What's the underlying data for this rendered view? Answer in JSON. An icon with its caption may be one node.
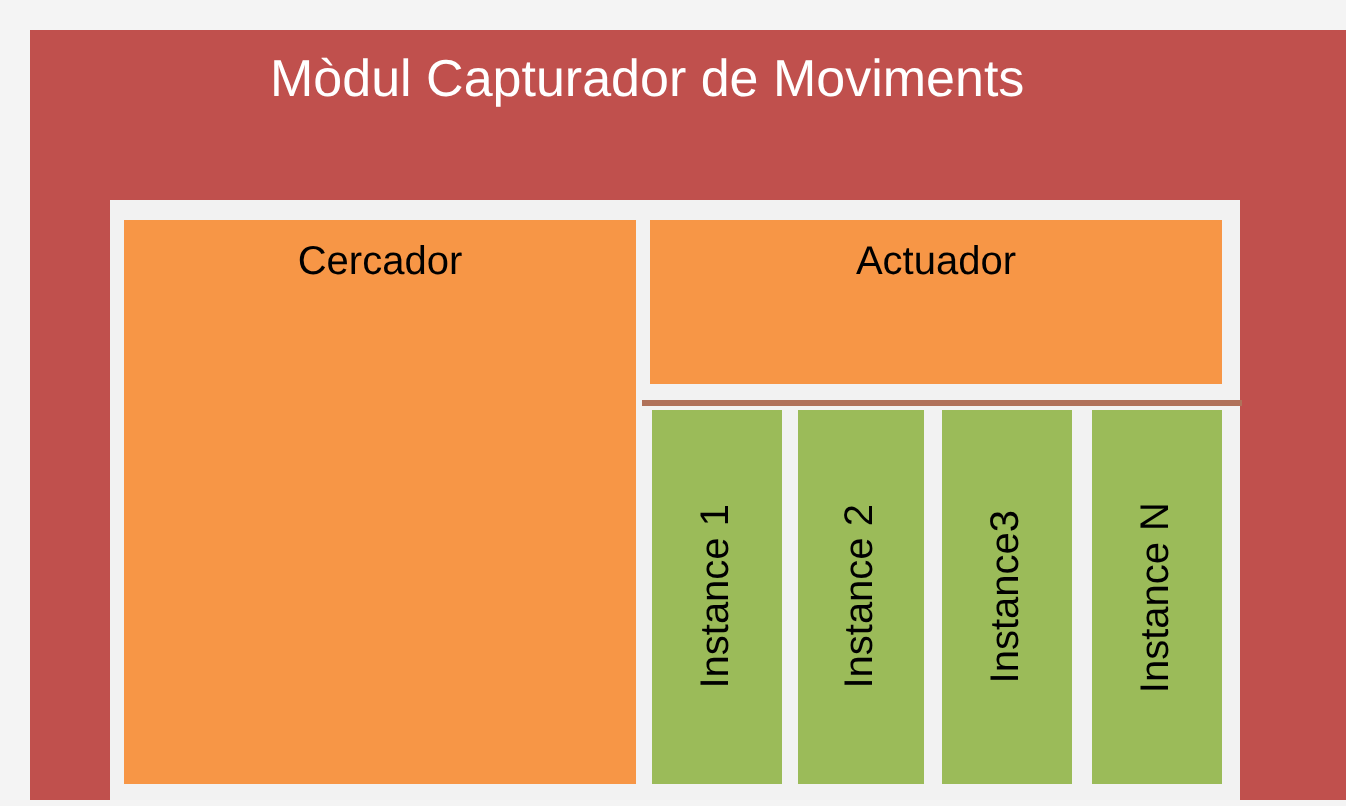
{
  "diagram": {
    "nodes": [
      {
        "text": [
          "Mòdul Capturador de Moviments"
        ]
      },
      {
        "text": [],
        "shape": "box",
        "in": 0
      },
      {
        "text": [
          "Cercador"
        ],
        "in": 1
      },
      {
        "text": [
          "Actuador"
        ],
        "in": 1
      },
      {
        "text": [
          "Instance 1"
        ],
        "in": 1
      },
      {
        "text": [
          "Instance 2"
        ],
        "in": 1
      },
      {
        "text": [
          "Instance3"
        ],
        "in": 1
      },
      {
        "text": [
          "Instance N"
        ],
        "in": 1
      }
    ]
  }
}
